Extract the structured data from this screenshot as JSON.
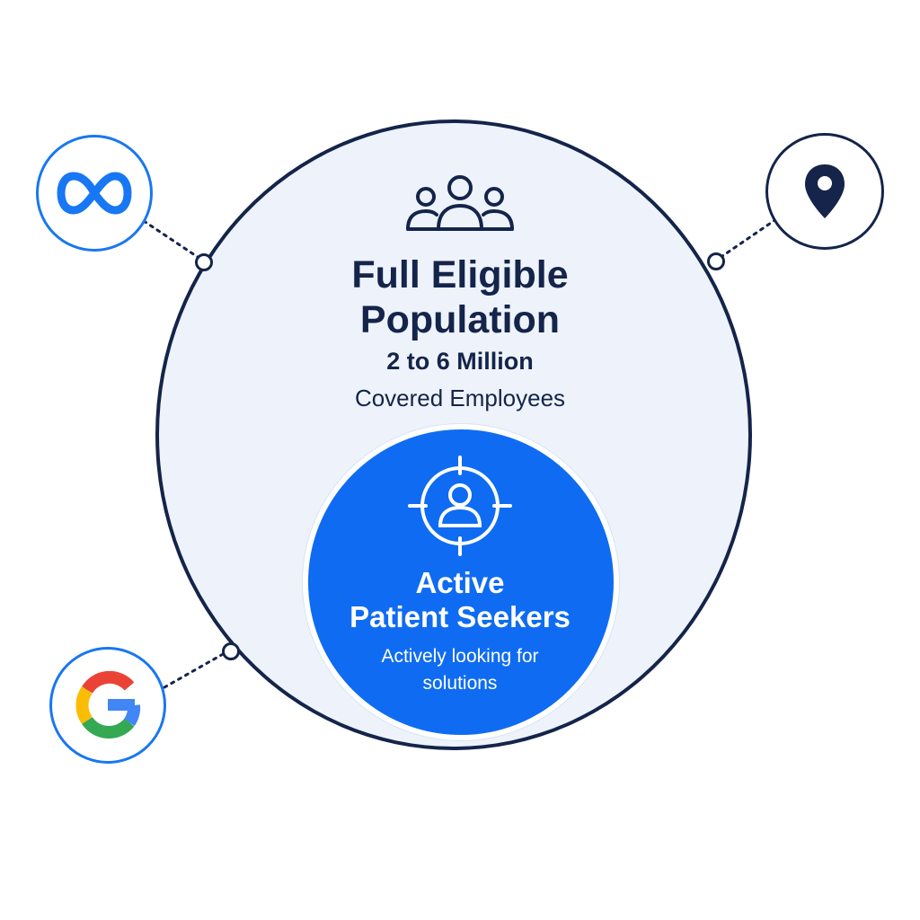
{
  "population": {
    "title_line1": "Full Eligible",
    "title_line2": "Population",
    "count": "2 to 6 Million",
    "caption": "Covered Employees"
  },
  "seekers": {
    "title_line1": "Active",
    "title_line2": "Patient Seekers",
    "caption_line1": "Actively looking for",
    "caption_line2": "solutions"
  },
  "sources": [
    {
      "name": "meta",
      "icon": "meta-infinity-icon",
      "color": "#1877f2"
    },
    {
      "name": "location",
      "icon": "map-pin-icon",
      "color": "#14244a"
    },
    {
      "name": "google",
      "icon": "google-g-icon",
      "color": "#1877f2"
    }
  ],
  "colors": {
    "navy": "#14244a",
    "blue": "#0f6cf2",
    "outer_fill": "#eef3fb",
    "google_red": "#ea4335",
    "google_yellow": "#fbbc05",
    "google_green": "#34a853",
    "google_blue": "#4285f4"
  }
}
